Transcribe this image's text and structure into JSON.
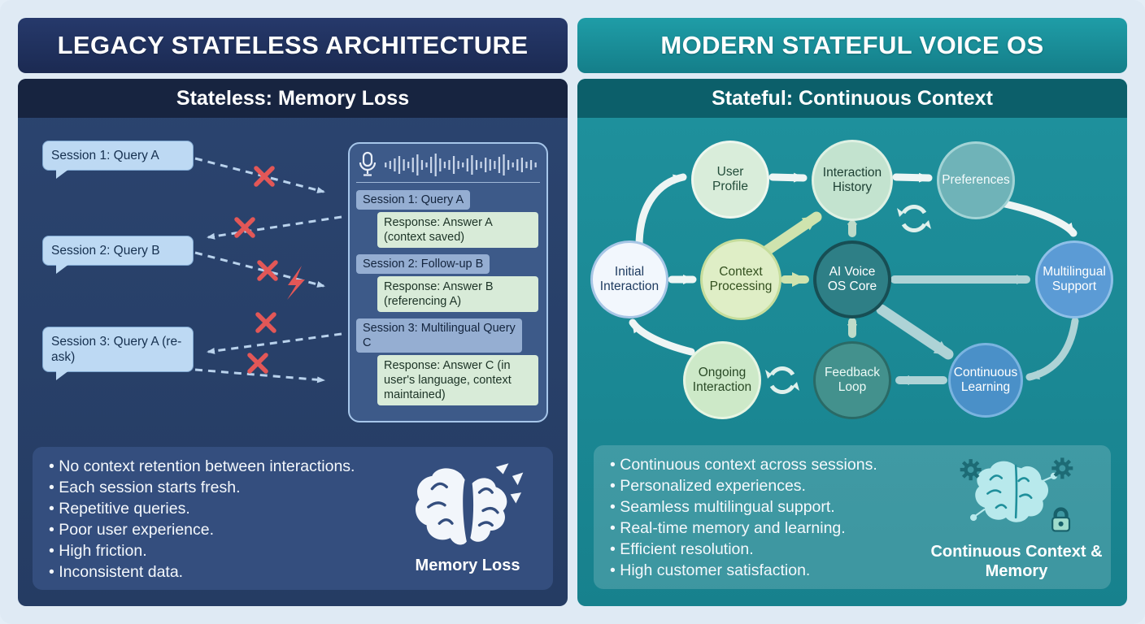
{
  "left": {
    "title": "LEGACY STATELESS ARCHITECTURE",
    "subtitle": "Stateless: Memory Loss",
    "sessions": [
      "Session 1: Query A",
      "Session 2: Query B",
      "Session 3: Query A (re-ask)"
    ],
    "device": {
      "entries": [
        {
          "kind": "session",
          "text": "Session 1: Query A"
        },
        {
          "kind": "response",
          "text": "Response: Answer A (context saved)"
        },
        {
          "kind": "session",
          "text": "Session 2: Follow-up B"
        },
        {
          "kind": "response",
          "text": "Response: Answer B (referencing A)"
        },
        {
          "kind": "session",
          "text": "Session 3: Multilingual Query C"
        },
        {
          "kind": "response",
          "text": "Response: Answer C (in user's language, context maintained)"
        }
      ]
    },
    "bullets": [
      "No context retention between interactions.",
      "Each session starts fresh.",
      "Repetitive queries.",
      "Poor user experience.",
      "High friction.",
      "Inconsistent data."
    ],
    "icon_label": "Memory Loss"
  },
  "right": {
    "title": "MODERN STATEFUL VOICE OS",
    "subtitle": "Stateful: Continuous Context",
    "nodes": [
      "Initial Interaction",
      "User Profile",
      "Interaction History",
      "Preferences",
      "Context Processing",
      "AI Voice OS Core",
      "Multilingual Support",
      "Ongoing Interaction",
      "Feedback Loop",
      "Continuous Learning"
    ],
    "bullets": [
      "Continuous context across sessions.",
      "Personalized experiences.",
      "Seamless multilingual support.",
      "Real-time memory and learning.",
      "Efficient resolution.",
      "High customer satisfaction."
    ],
    "icon_label": "Continuous Context & Memory"
  },
  "icons": {
    "mic-icon": "microphone",
    "waveform-icon": "audio waveform bars",
    "x-icon": "red failed-connection cross",
    "lightning-icon": "red error lightning bolt",
    "sync-icon": "circular refresh arrows",
    "brain-broken-icon": "white cracked brain (memory loss)",
    "brain-circuit-icon": "cyan brain with gears and padlock"
  },
  "colors": {
    "page_bg": "#dfeaf4",
    "legacy_header": "#20315f",
    "legacy_body": "#2a436f",
    "legacy_dark": "#172440",
    "stateful_header": "#1b929d",
    "stateful_body": "#1e8e9a",
    "stateful_dark": "#0c5f6a",
    "error_red": "#e25757",
    "bubble_blue": "#bdd9f3",
    "response_mint": "#d8ebd8"
  }
}
